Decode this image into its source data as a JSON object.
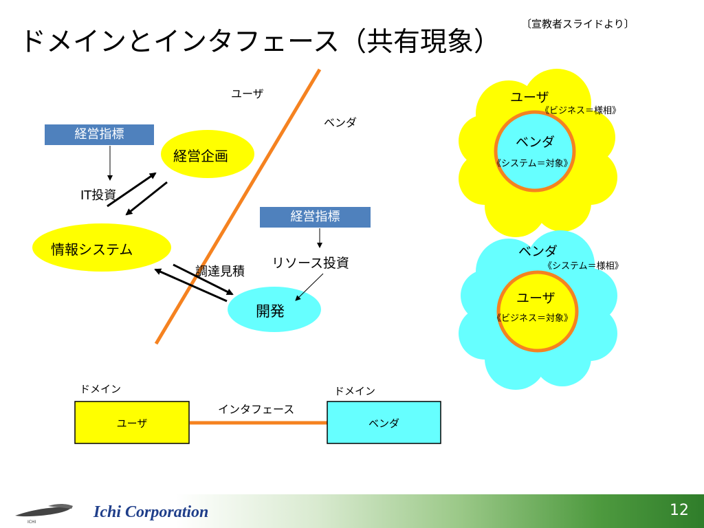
{
  "title": "ドメインとインタフェース（共有現象）",
  "source_note": "〔宣教者スライドより〕",
  "left_diagram": {
    "side_user": "ユーザ",
    "side_vendor": "ベンダ",
    "kpi_box_left": "経営指標",
    "kpi_box_right": "経営指標",
    "planning": "経営企画",
    "it_investment": "IT投資",
    "info_system": "情報システム",
    "procurement": "調達見積",
    "resource_investment": "リソース投資",
    "development": "開発"
  },
  "right_top": {
    "outer": "ユーザ",
    "outer_note": "《ビジネス＝様相》",
    "inner": "ベンダ",
    "inner_note": "《システム＝対象》"
  },
  "right_bottom": {
    "outer": "ベンダ",
    "outer_note": "《システム＝様相》",
    "inner": "ユーザ",
    "inner_note": "《ビジネス＝対象》"
  },
  "bottom_diagram": {
    "domain_left": "ドメイン",
    "domain_right": "ドメイン",
    "interface": "インタフェース",
    "box_user": "ユーザ",
    "box_vendor": "ベンダ"
  },
  "footer": {
    "company": "Ichi Corporation",
    "logo_text": "ICHI",
    "page": "12"
  },
  "colors": {
    "yellow": "#ffff00",
    "cyan": "#66ffff",
    "orange": "#f58220",
    "kpi_blue": "#4f81bd"
  }
}
